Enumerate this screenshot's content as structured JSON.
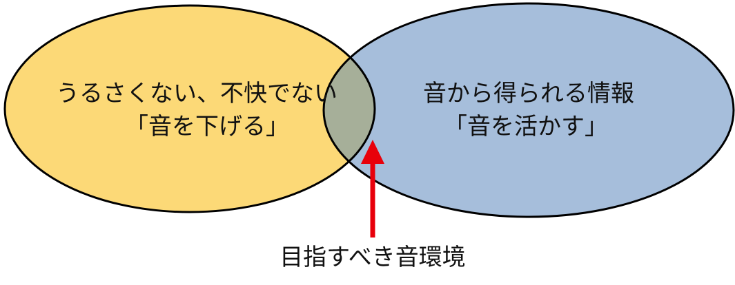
{
  "diagram": {
    "left_circle": {
      "line1": "うるさくない、不快でない",
      "line2": "「音を下げる」",
      "fill": "#fcd977"
    },
    "right_circle": {
      "line1": "音から得られる情報",
      "line2": "「音を活かす」",
      "fill": "#a6bedb"
    },
    "overlap_fill": "#a6af99",
    "arrow_color": "#e8000b",
    "caption": "目指すべき音環境"
  }
}
